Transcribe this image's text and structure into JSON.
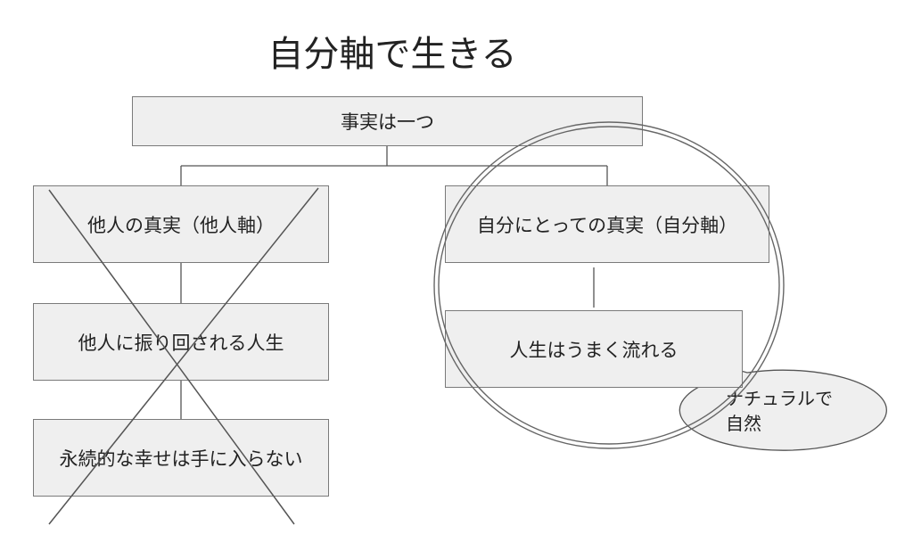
{
  "title": "自分軸で生きる",
  "nodes": {
    "fact": "事実は一つ",
    "others_truth": "他人の真実（他人軸）",
    "swayed": "他人に振り回される人生",
    "no_happiness": "永続的な幸せは手に入らない",
    "own_truth": "自分にとっての真実（自分軸）",
    "life_flows": "人生はうまく流れる"
  },
  "callout": {
    "line1": "ナチュラルで",
    "line2": "自然"
  },
  "colors": {
    "box_fill": "#efefef",
    "box_border": "#7a7a7a",
    "line": "#555555",
    "text": "#222222"
  }
}
